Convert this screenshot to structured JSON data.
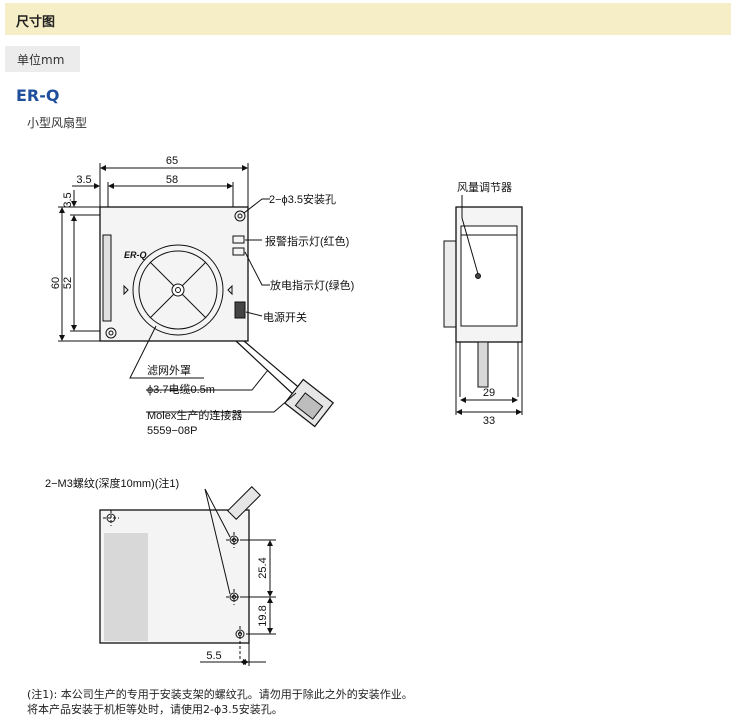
{
  "header": {
    "title": "尺寸图"
  },
  "unit_tab": {
    "label": "单位mm"
  },
  "model": {
    "name": "ER-Q",
    "description": "小型风扇型"
  },
  "front_view": {
    "dimensions": {
      "total_width": "65",
      "inner_width": "58",
      "left_offset": "3.5",
      "top_offset": "3.5",
      "height": "60",
      "inner_height": "52"
    },
    "logo": "ER-Q",
    "callouts": {
      "mounting_holes": "2−ϕ3.5安装孔",
      "alarm_led": "报警指示灯(红色)",
      "discharge_led": "放电指示灯(绿色)",
      "power_switch": "电源开关",
      "filter_cover": "滤网外罩",
      "cable": "ϕ3.7电缆0.5m",
      "connector_line1": "Molex生产的连接器",
      "connector_line2": "5559−08P"
    }
  },
  "side_view": {
    "callouts": {
      "air_adjuster": "风量调节器"
    },
    "dimensions": {
      "inner": "29",
      "outer": "33"
    }
  },
  "rear_view": {
    "callouts": {
      "screw_holes": "2−M3螺纹(深度10mm)(注1)"
    },
    "dimensions": {
      "upper": "25.4",
      "lower": "19.8",
      "offset": "5.5"
    }
  },
  "notes": {
    "line1": "(注1):  本公司生产的专用于安装支架的螺纹孔。请勿用于除此之外的安装作业。",
    "line2": "将本产品安装于机柜等处时，请使用2-ϕ3.5安装孔。"
  }
}
